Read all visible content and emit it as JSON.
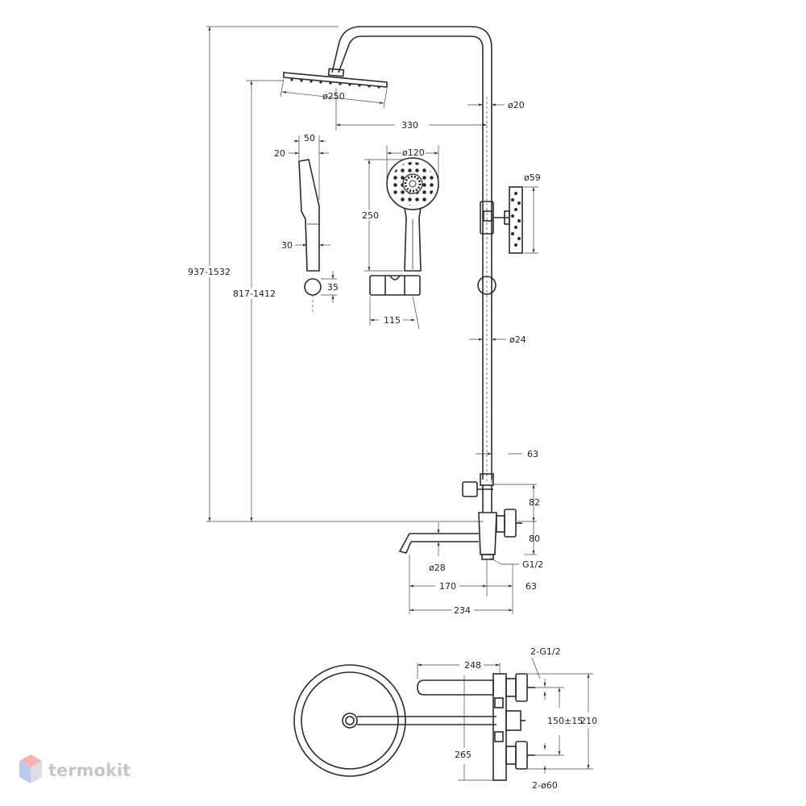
{
  "dimensions": {
    "total_height": "937-1532",
    "head_height": "817-1412",
    "head_diameter": "ø250",
    "arm_reach": "330",
    "riser_top_diameter": "ø20",
    "hand_width": "50",
    "hand_edge": "20",
    "hand_grip": "30",
    "holder_depth": "35",
    "hand_head_diameter": "ø120",
    "hand_length": "250",
    "holder_width": "115",
    "slider_diameter": "ø59",
    "riser_diameter": "ø24",
    "mixer_offset": "63",
    "mixer_upper": "82",
    "mixer_lower": "80",
    "inlet_thread": "G1/2",
    "spout_diameter": "ø28",
    "spout_reach": "170",
    "spout_offset": "63",
    "overall_depth": "234",
    "plan_width": "248",
    "plan_inlets": "2-G1/2",
    "inlet_centers": "150±15",
    "plan_height": "210",
    "plan_depth": "265",
    "plan_flanges": "2-ø60"
  },
  "watermark": {
    "text": "termokit",
    "colors": [
      "#f28b8b",
      "#8fb4e8",
      "#d0d4dc"
    ]
  }
}
